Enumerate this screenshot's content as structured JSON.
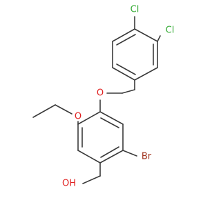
{
  "molecule": {
    "atoms": [
      {
        "id": "cl1",
        "label": "Cl",
        "color": "#33aa33"
      },
      {
        "id": "cl2",
        "label": "Cl",
        "color": "#33aa33"
      },
      {
        "id": "o_ether",
        "label": "O",
        "color": "#e02020"
      },
      {
        "id": "o_ethoxy",
        "label": "O",
        "color": "#e02020"
      },
      {
        "id": "br",
        "label": "Br",
        "color": "#a0341f"
      },
      {
        "id": "oh",
        "label": "OH",
        "color": "#e02020"
      }
    ],
    "bond_color": "#3a3a3a",
    "background": "#ffffff"
  }
}
